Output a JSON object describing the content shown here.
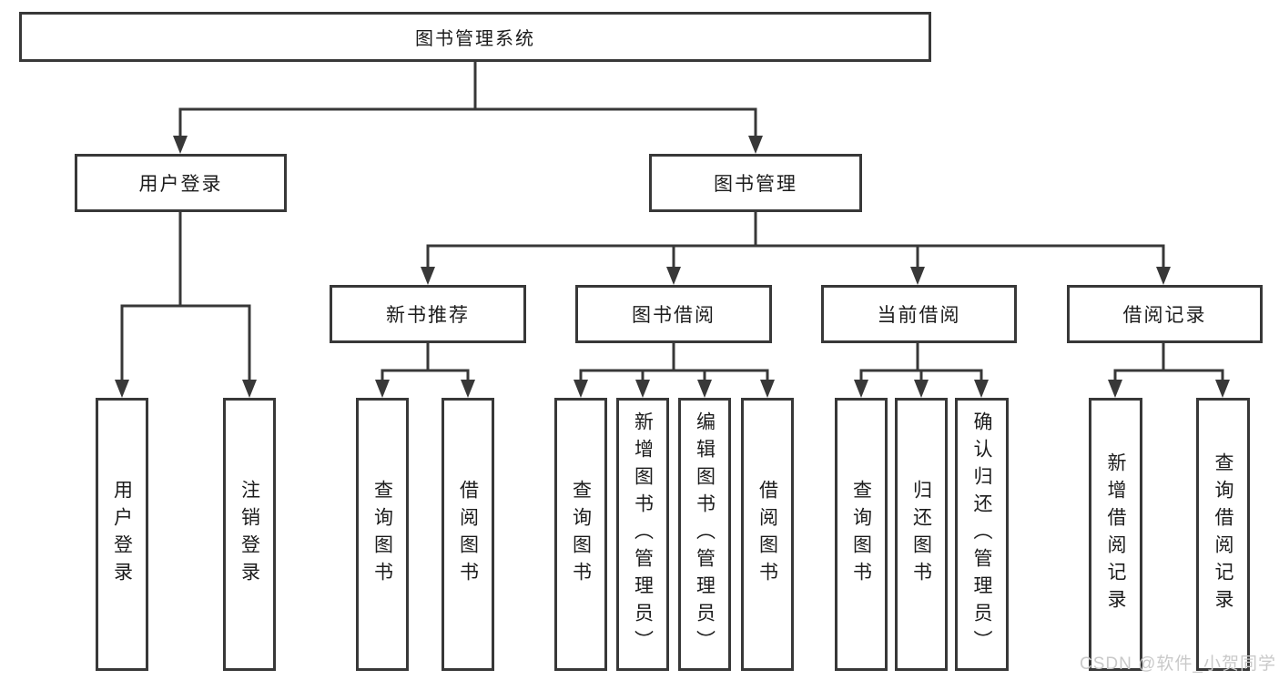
{
  "diagram": {
    "root": {
      "label": "图书管理系统"
    },
    "level2": [
      {
        "label": "用户登录",
        "leaves": [
          {
            "label": "用户登录"
          },
          {
            "label": "注销登录"
          }
        ]
      },
      {
        "label": "图书管理",
        "sections": [
          {
            "label": "新书推荐",
            "leaves": [
              {
                "label": "查询图书"
              },
              {
                "label": "借阅图书"
              }
            ]
          },
          {
            "label": "图书借阅",
            "leaves": [
              {
                "label": "查询图书"
              },
              {
                "label": "新增图书（管理员）"
              },
              {
                "label": "编辑图书（管理员）"
              },
              {
                "label": "借阅图书"
              }
            ]
          },
          {
            "label": "当前借阅",
            "leaves": [
              {
                "label": "查询图书"
              },
              {
                "label": "归还图书"
              },
              {
                "label": "确认归还（管理员）"
              }
            ]
          },
          {
            "label": "借阅记录",
            "leaves": [
              {
                "label": "新增借阅记录"
              },
              {
                "label": "查询借阅记录"
              }
            ]
          }
        ]
      }
    ],
    "watermark": "CSDN @软件_小贺同学",
    "colors": {
      "line": "#383838",
      "text": "#1c1c1c",
      "watermark": "#c9c9c9",
      "background": "#ffffff"
    }
  }
}
